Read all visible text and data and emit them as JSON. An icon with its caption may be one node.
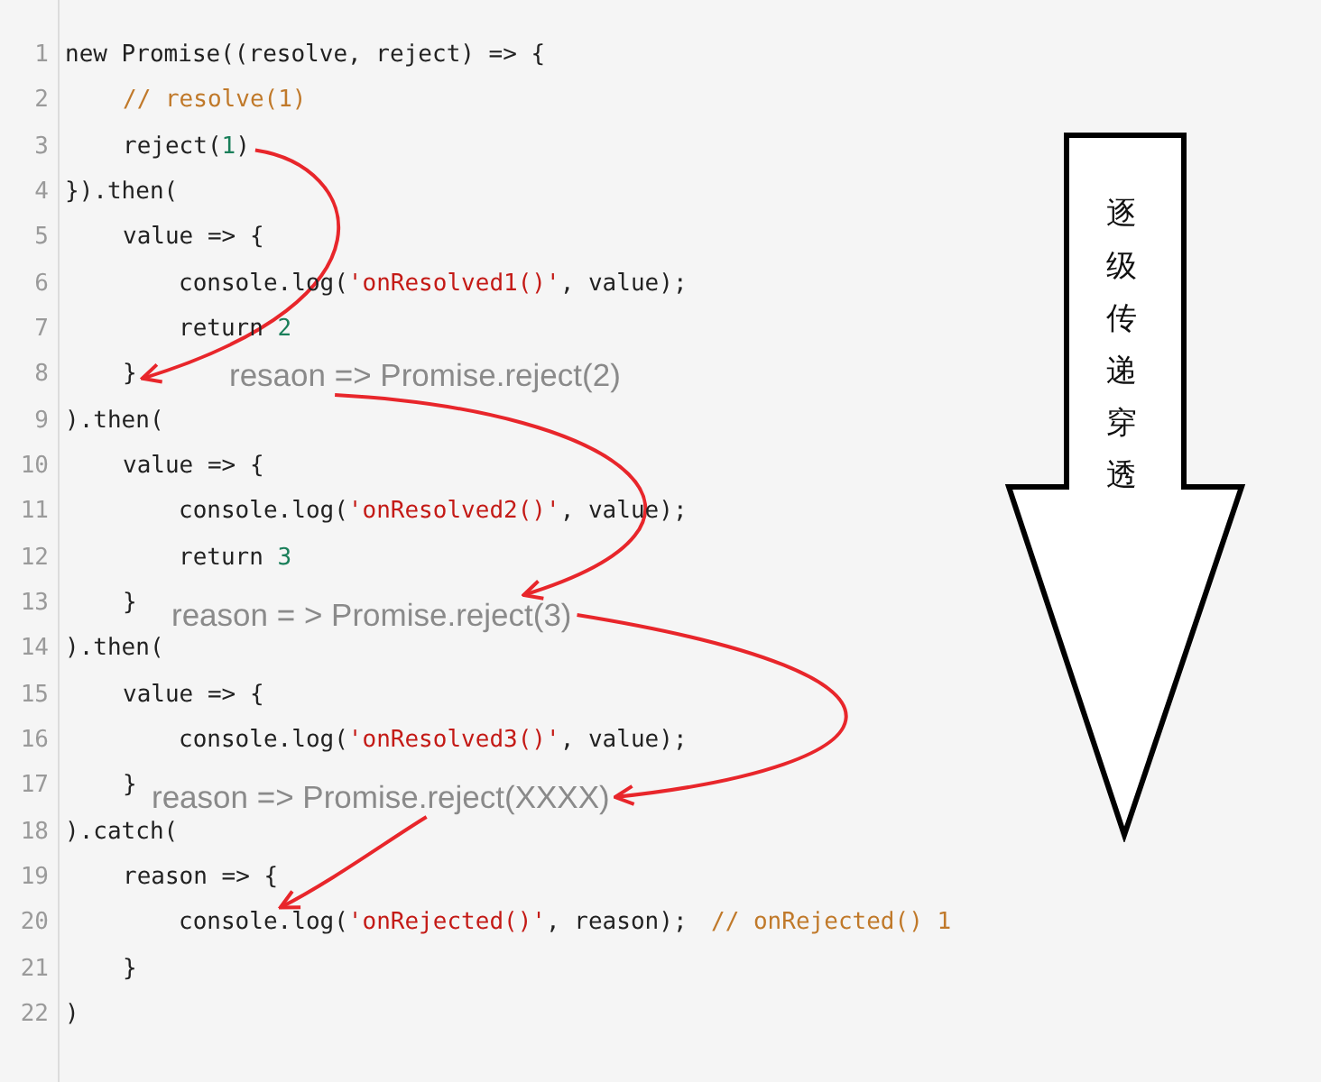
{
  "diagram": {
    "nodes": [
      {
        "text": [
          "reject(1)"
        ]
      },
      {
        "text": [
          "}"
        ]
      },
      {
        "text": [
          "resaon => Promise.reject(2)"
        ]
      },
      {
        "text": [
          "reason = > Promise.reject(3)"
        ]
      },
      {
        "text": [
          "reason => Promise.reject(XXXX)"
        ]
      },
      {
        "text": [
          "console.log('onRejected()', reason);"
        ]
      },
      {
        "text": [
          "逐级传递穿透"
        ]
      }
    ],
    "edges": [
      {
        "from": 0,
        "to": 1,
        "arrow": "to"
      },
      {
        "from": 2,
        "to": 3,
        "arrow": "to"
      },
      {
        "from": 3,
        "to": 4,
        "arrow": "to"
      },
      {
        "from": 4,
        "to": 5,
        "arrow": "to"
      }
    ],
    "labels": [
      "1",
      "new Promise((resolve, reject) => {",
      "2",
      "// resolve(1)",
      "3",
      "4",
      "}).then(",
      "5",
      "value => {",
      "6",
      "console.log('onResolved1()', value);",
      "7",
      "return 2",
      "8",
      "9",
      ").then(",
      "10",
      "value => {",
      "11",
      "console.log('onResolved2()', value);",
      "12",
      "return 3",
      "13",
      "}",
      "14",
      ").then(",
      "15",
      "value => {",
      "16",
      "console.log('onResolved3()', value);",
      "17",
      "}",
      "18",
      ").catch(",
      "19",
      "reason => {",
      "20",
      "// onRejected() 1",
      "21",
      "}",
      "22",
      ")"
    ]
  }
}
